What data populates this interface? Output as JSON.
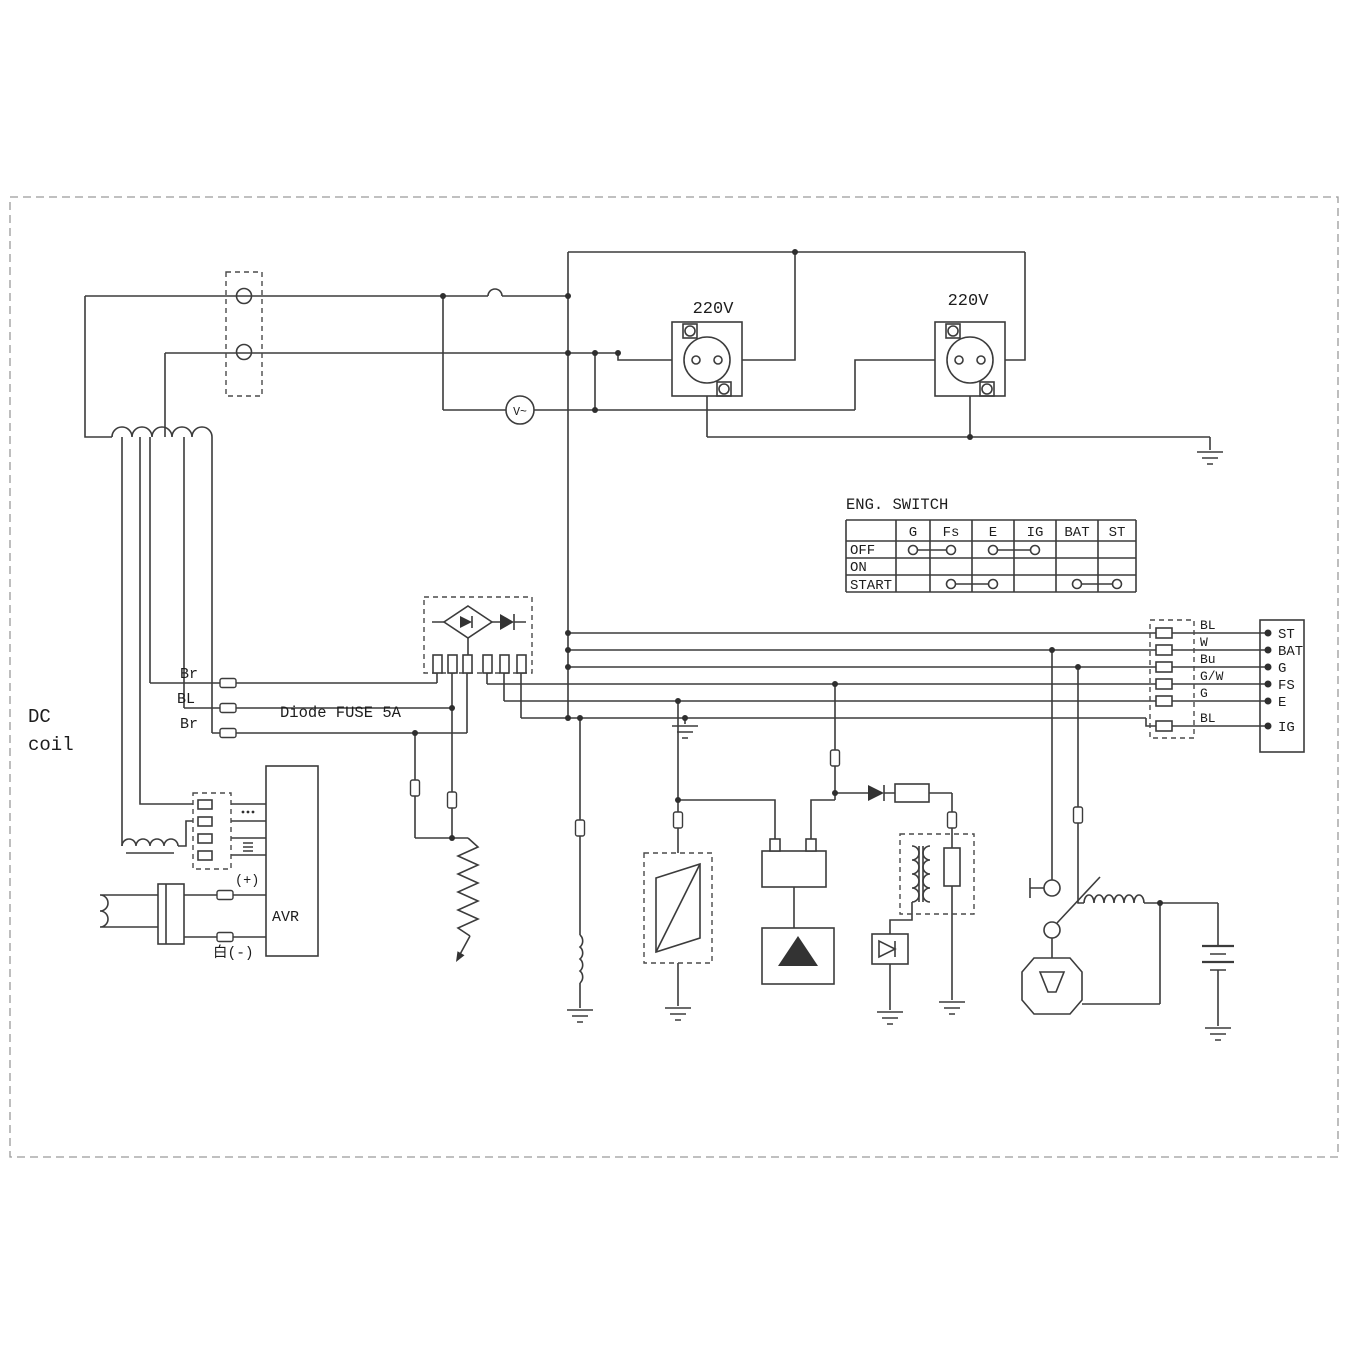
{
  "labels": {
    "outlet_left_voltage": "220V",
    "outlet_right_voltage": "220V",
    "voltmeter": "V~",
    "dc_coil_line1": "DC",
    "dc_coil_line2": "coil",
    "stator_wire_1": "Br",
    "stator_wire_2": "BL",
    "stator_wire_3": "Br",
    "diode_fuse": "Diode FUSE 5A",
    "avr": "AVR",
    "polarity_plus": "(+)",
    "polarity_minus": "白(-)"
  },
  "eng_switch": {
    "title": "ENG. SWITCH",
    "columns": [
      "G",
      "Fs",
      "E",
      "IG",
      "BAT",
      "ST"
    ],
    "rows": [
      "OFF",
      "ON",
      "START"
    ]
  },
  "harness": {
    "wire_labels": [
      "BL",
      "W",
      "Bu",
      "G/W",
      "G",
      "BL"
    ],
    "terminal_labels": [
      "ST",
      "BAT",
      "G",
      "FS",
      "E",
      "IG"
    ]
  },
  "colors": {
    "line": "#3c3c3c",
    "background": "#ffffff"
  }
}
